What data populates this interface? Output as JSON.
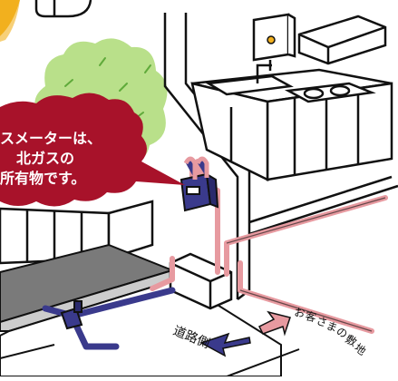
{
  "callout": {
    "lines": [
      "スメーターは、",
      "北ガスの",
      "所有物です。"
    ],
    "color": "#a8122a"
  },
  "labels": {
    "road_side": "道路側",
    "customer_premises": [
      "お",
      "客",
      "さ",
      "ま",
      "の",
      "敷",
      "地"
    ]
  },
  "colors": {
    "gas_pipe": "#3a3a8c",
    "water_pipe": "#e79aa0",
    "tree": "#b9e08a",
    "ground": "#7a7a7a",
    "accent_yellow": "#f2b01e"
  }
}
